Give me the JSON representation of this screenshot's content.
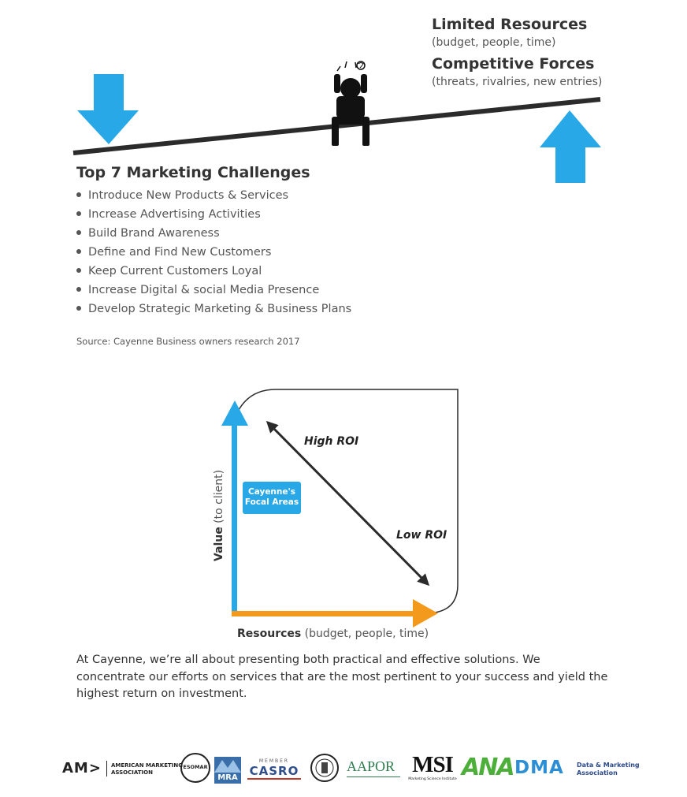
{
  "balance": {
    "resources_title": "Limited Resources",
    "resources_sub": "(budget, people, time)",
    "forces_title": "Competitive Forces",
    "forces_sub": "(threats,  rivalries, new entries)",
    "colors": {
      "down_arrow": "#29a8e8",
      "up_arrow": "#29a8e8",
      "beam": "#2b2b2b"
    },
    "figure_icon": "stressed-person-icon"
  },
  "challenges": {
    "title": "Top 7 Marketing Challenges",
    "items": [
      "Introduce New Products & Services",
      "Increase Advertising Activities",
      "Build Brand Awareness",
      "Define and Find New Customers",
      "Keep Current Customers Loyal",
      "Increase Digital & social Media Presence",
      "Develop Strategic Marketing & Business Plans"
    ],
    "source": "Source:  Cayenne Business owners research 2017"
  },
  "roi_diagram": {
    "y_axis_label_bold": "Value",
    "y_axis_label_rest": " (to client)",
    "x_axis_label_bold": "Resources",
    "x_axis_label_rest": " (budget, people, time)",
    "focal_box": "Cayenne's Focal Areas",
    "high_label": "High ROI",
    "low_label": "Low ROI",
    "colors": {
      "y_axis": "#29a8e8",
      "x_axis": "#f39a1d",
      "focal_box": "#29a8e8",
      "diagonal": "#2b2b2b"
    }
  },
  "paragraph": "At Cayenne, we’re all about presenting  both practical and  effective solutions.  We concentrate our efforts on services that are the most pertinent to your success and yield the highest return on investment.",
  "logos": {
    "ama_mark": "AM>",
    "ama_name_line1": "AMERICAN MARKETING",
    "ama_name_line2": "ASSOCIATION",
    "esomar": "ESOMAR",
    "mra": "MRA",
    "casro_member": "MEMBER",
    "casro": "CASRO",
    "aapor": "AAPOR",
    "msi": "MSI",
    "msi_sub": "Marketing Science Institute",
    "ana": "ANA",
    "dma": "DMA",
    "dma_name_line1": "Data & Marketing",
    "dma_name_line2": "Association"
  }
}
